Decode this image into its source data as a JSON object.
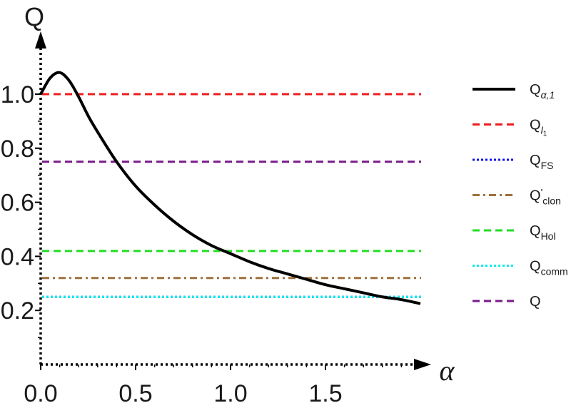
{
  "chart_data": {
    "type": "line",
    "xlabel": "α",
    "ylabel": "Q",
    "xlim": [
      0,
      2.0
    ],
    "ylim": [
      0,
      1.15
    ],
    "x_ticks": [
      "0.0",
      "0.5",
      "1.0",
      "1.5"
    ],
    "y_ticks": [
      "0.2",
      "0.4",
      "0.6",
      "0.8",
      "1.0"
    ],
    "legend_position": "right",
    "series": [
      {
        "name": "Q",
        "name_sub": "α,1",
        "name_prime": "",
        "color": "#000000",
        "style": "solid",
        "x": [
          0.0,
          0.05,
          0.1,
          0.15,
          0.2,
          0.25,
          0.3,
          0.4,
          0.5,
          0.6,
          0.7,
          0.8,
          0.9,
          1.0,
          1.1,
          1.2,
          1.3,
          1.4,
          1.5,
          1.6,
          1.7,
          1.8,
          1.9,
          2.0
        ],
        "y": [
          1.0,
          1.06,
          1.08,
          1.05,
          0.99,
          0.92,
          0.86,
          0.75,
          0.66,
          0.59,
          0.53,
          0.48,
          0.44,
          0.41,
          0.38,
          0.355,
          0.335,
          0.315,
          0.295,
          0.28,
          0.265,
          0.25,
          0.24,
          0.225
        ]
      },
      {
        "name": "Q",
        "name_sub": "l",
        "name_subsub": "1",
        "name_prime": "",
        "color": "#ee1c1c",
        "style": "dashed",
        "value": 1.0
      },
      {
        "name": "Q",
        "name_sub": "FS",
        "name_prime": "",
        "color": "#1010ee",
        "style": "dotted",
        "value": 0.25
      },
      {
        "name": "Q",
        "name_sub": "clon",
        "name_prime": "'",
        "color": "#a0703c",
        "style": "dashdot",
        "value": 0.32
      },
      {
        "name": "Q",
        "name_sub": "Hol",
        "name_prime": "",
        "color": "#22dd22",
        "style": "dashed",
        "value": 0.42
      },
      {
        "name": "Q",
        "name_sub": "comm",
        "name_prime": "",
        "color": "#00eeee",
        "style": "dotted",
        "value": 0.25
      },
      {
        "name": "Q",
        "name_sub": "",
        "name_prime": "",
        "color": "#7a1a8a",
        "style": "dashed",
        "value": 0.75
      }
    ]
  }
}
